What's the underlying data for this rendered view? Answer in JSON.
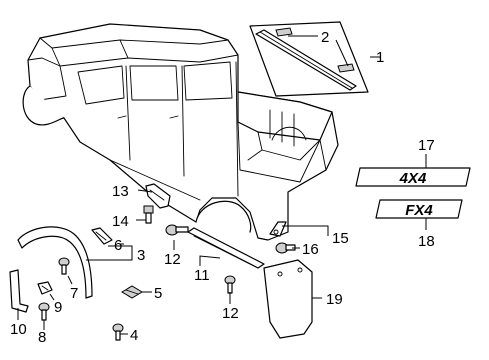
{
  "callouts": {
    "c1": "1",
    "c2": "2",
    "c3": "3",
    "c4": "4",
    "c5": "5",
    "c6": "6",
    "c7": "7",
    "c8": "8",
    "c9": "9",
    "c10": "10",
    "c11": "11",
    "c12a": "12",
    "c12b": "12",
    "c13": "13",
    "c14": "14",
    "c15": "15",
    "c16": "16",
    "c17": "17",
    "c18": "18",
    "c19": "19"
  },
  "emblems": {
    "badge_4x4": "4X4",
    "badge_fx4": "FX4"
  }
}
